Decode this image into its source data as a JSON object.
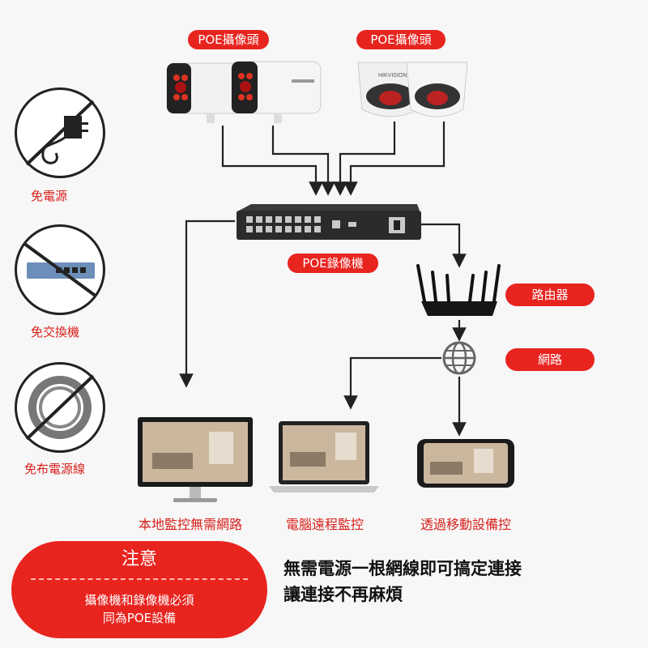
{
  "cameras": {
    "bullet_label": "POE攝像頭",
    "dome_label": "POE攝像頭",
    "dome_brand": "HIKVISION"
  },
  "nvr": {
    "label": "POE錄像機"
  },
  "router": {
    "label": "路由器"
  },
  "network": {
    "label": "網路"
  },
  "left_items": [
    {
      "label": "免電源",
      "icon": "power-adapter-crossed-icon"
    },
    {
      "label": "免交換機",
      "icon": "switch-crossed-icon"
    },
    {
      "label": "免布電源線",
      "icon": "cable-crossed-icon"
    }
  ],
  "displays": [
    {
      "label": "本地監控無需網路",
      "icon": "monitor-icon"
    },
    {
      "label": "電腦遠程監控",
      "icon": "laptop-icon"
    },
    {
      "label": "透過移動設備控",
      "icon": "phone-icon"
    }
  ],
  "notice": {
    "title": "注意",
    "line1": "攝像機和錄像機必須",
    "line2": "同為POE設備"
  },
  "tagline": {
    "line1": "無需電源一根網線即可搞定連接",
    "line2": "讓連接不再麻煩"
  },
  "colors": {
    "accent": "#e8241f",
    "wire": "#222222"
  }
}
